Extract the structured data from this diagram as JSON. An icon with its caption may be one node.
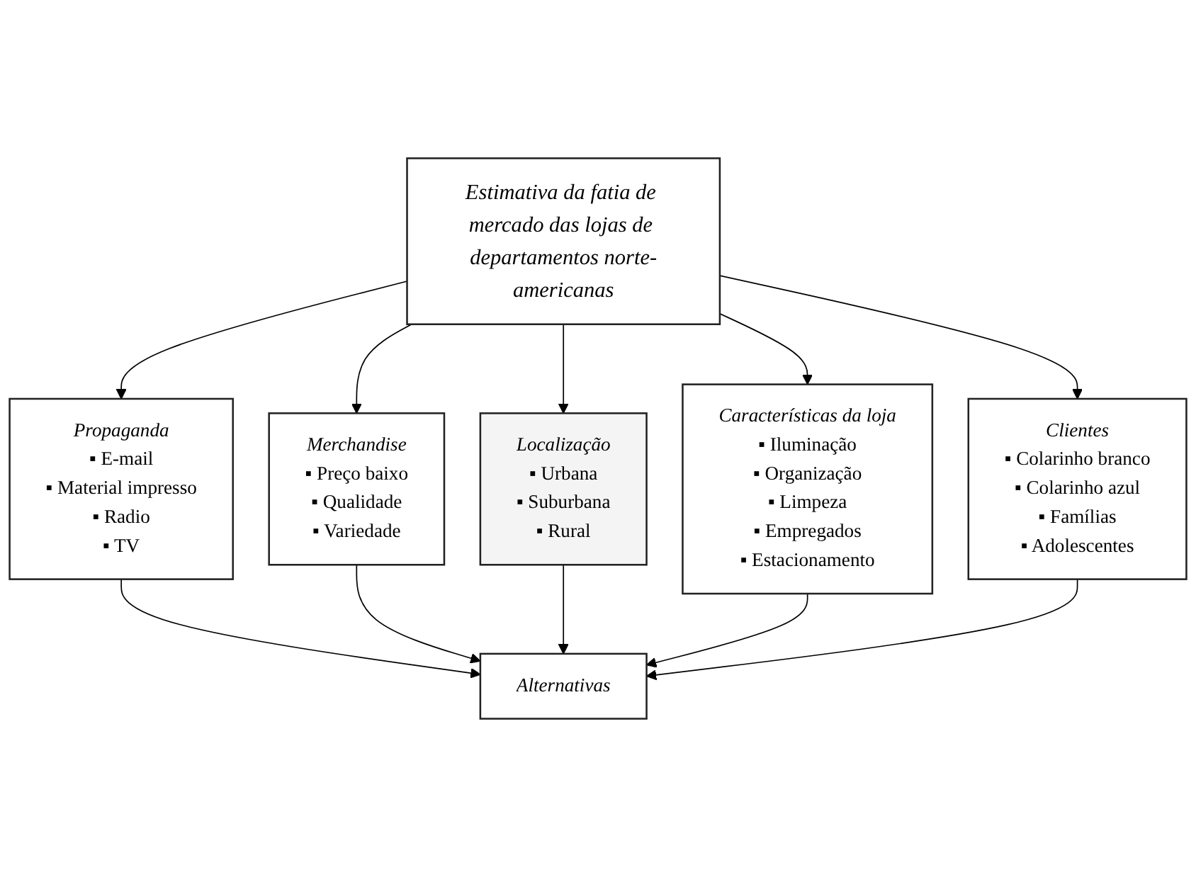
{
  "diagram": {
    "nodes": [
      {
        "text": [
          "Estimativa da fatia de mercado das lojas de departamentos norte-americanas"
        ]
      },
      {
        "text": [
          "Propaganda",
          "▪ E-mail",
          "▪ Material impresso",
          "▪ Radio",
          "▪ TV"
        ]
      },
      {
        "text": [
          "Localização",
          "▪ Urbana",
          "▪ Suburbana",
          "▪ Rural"
        ]
      },
      {
        "text": [
          "Clientes",
          "▪ Colarinho branco",
          "▪ Colarinho azul",
          "▪ Famílias",
          "▪ Adolescentes"
        ]
      },
      {
        "text": [
          "Merchandise",
          "▪ Preço baixo",
          "▪ Qualidade",
          "▪ Variedade"
        ]
      },
      {
        "text": [
          "Características da loja",
          "▪ Iluminação",
          "▪ Organização",
          "▪ Limpeza",
          "▪ Empregados",
          "▪ Estacionamento"
        ]
      },
      {
        "text": [
          "Alternativas"
        ]
      }
    ],
    "edges": [
      {
        "from": 0,
        "to": 1,
        "arrow": "to"
      },
      {
        "from": 0,
        "to": 2,
        "arrow": "to"
      },
      {
        "from": 0,
        "to": 3,
        "arrow": "to"
      },
      {
        "from": 0,
        "to": 4,
        "arrow": "to"
      },
      {
        "from": 0,
        "to": 5,
        "arrow": "to"
      },
      {
        "from": 1,
        "to": 6,
        "arrow": "to"
      },
      {
        "from": 4,
        "to": 6,
        "arrow": "to"
      },
      {
        "from": 2,
        "to": 6,
        "arrow": "to"
      },
      {
        "from": 5,
        "to": 6,
        "arrow": "to"
      },
      {
        "from": 3,
        "to": 6,
        "arrow": "to"
      }
    ]
  }
}
